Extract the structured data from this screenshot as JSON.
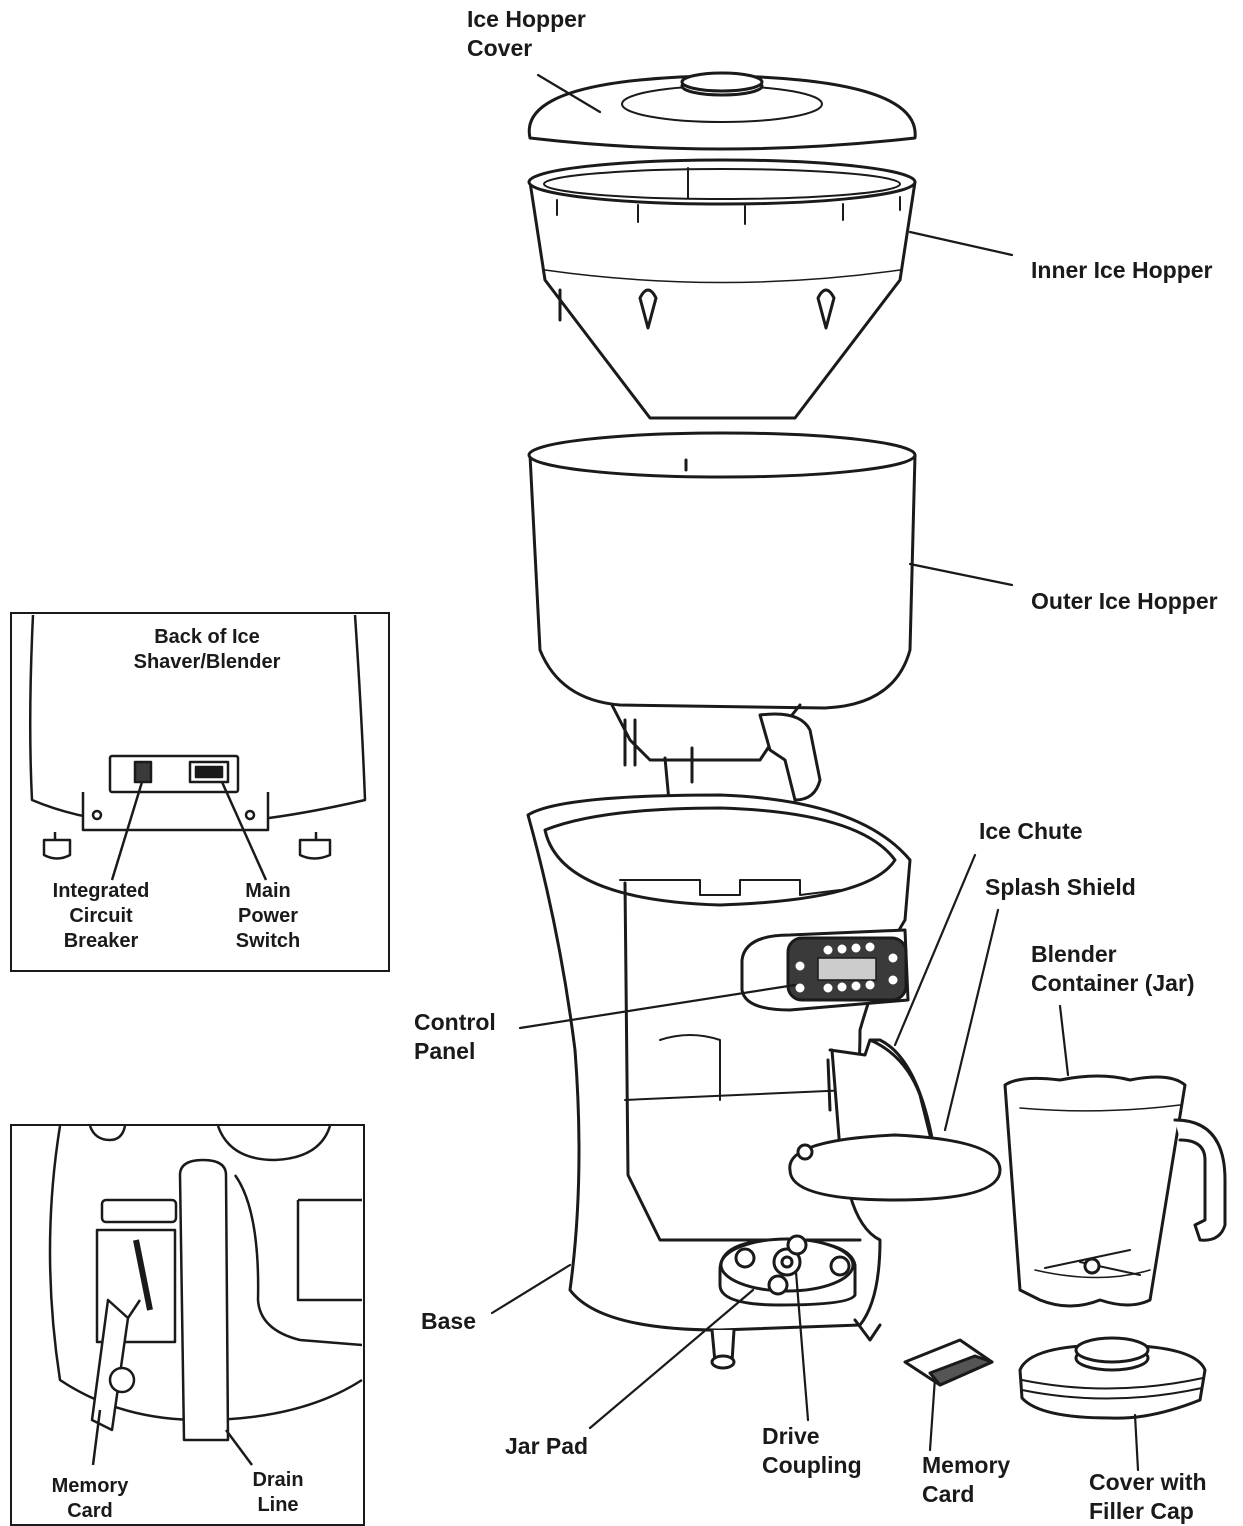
{
  "labels": {
    "ice_hopper_cover": [
      "Ice Hopper",
      "Cover"
    ],
    "inner_ice_hopper": "Inner Ice Hopper",
    "outer_ice_hopper": "Outer Ice Hopper",
    "ice_chute": "Ice Chute",
    "splash_shield": "Splash Shield",
    "blender_container": [
      "Blender",
      "Container (Jar)"
    ],
    "control_panel": [
      "Control",
      "Panel"
    ],
    "base": "Base",
    "jar_pad": "Jar Pad",
    "drive_coupling": [
      "Drive",
      "Coupling"
    ],
    "memory_card": [
      "Memory",
      "Card"
    ],
    "cover_with_filler_cap": [
      "Cover with",
      "Filler Cap"
    ]
  },
  "inset_back": {
    "title": [
      "Back of Ice",
      "Shaver/Blender"
    ],
    "integrated_circuit_breaker": [
      "Integrated",
      "Circuit",
      "Breaker"
    ],
    "main_power_switch": [
      "Main",
      "Power",
      "Switch"
    ]
  },
  "inset_card": {
    "memory_card": [
      "Memory",
      "Card"
    ],
    "drain_line": [
      "Drain",
      "Line"
    ]
  }
}
